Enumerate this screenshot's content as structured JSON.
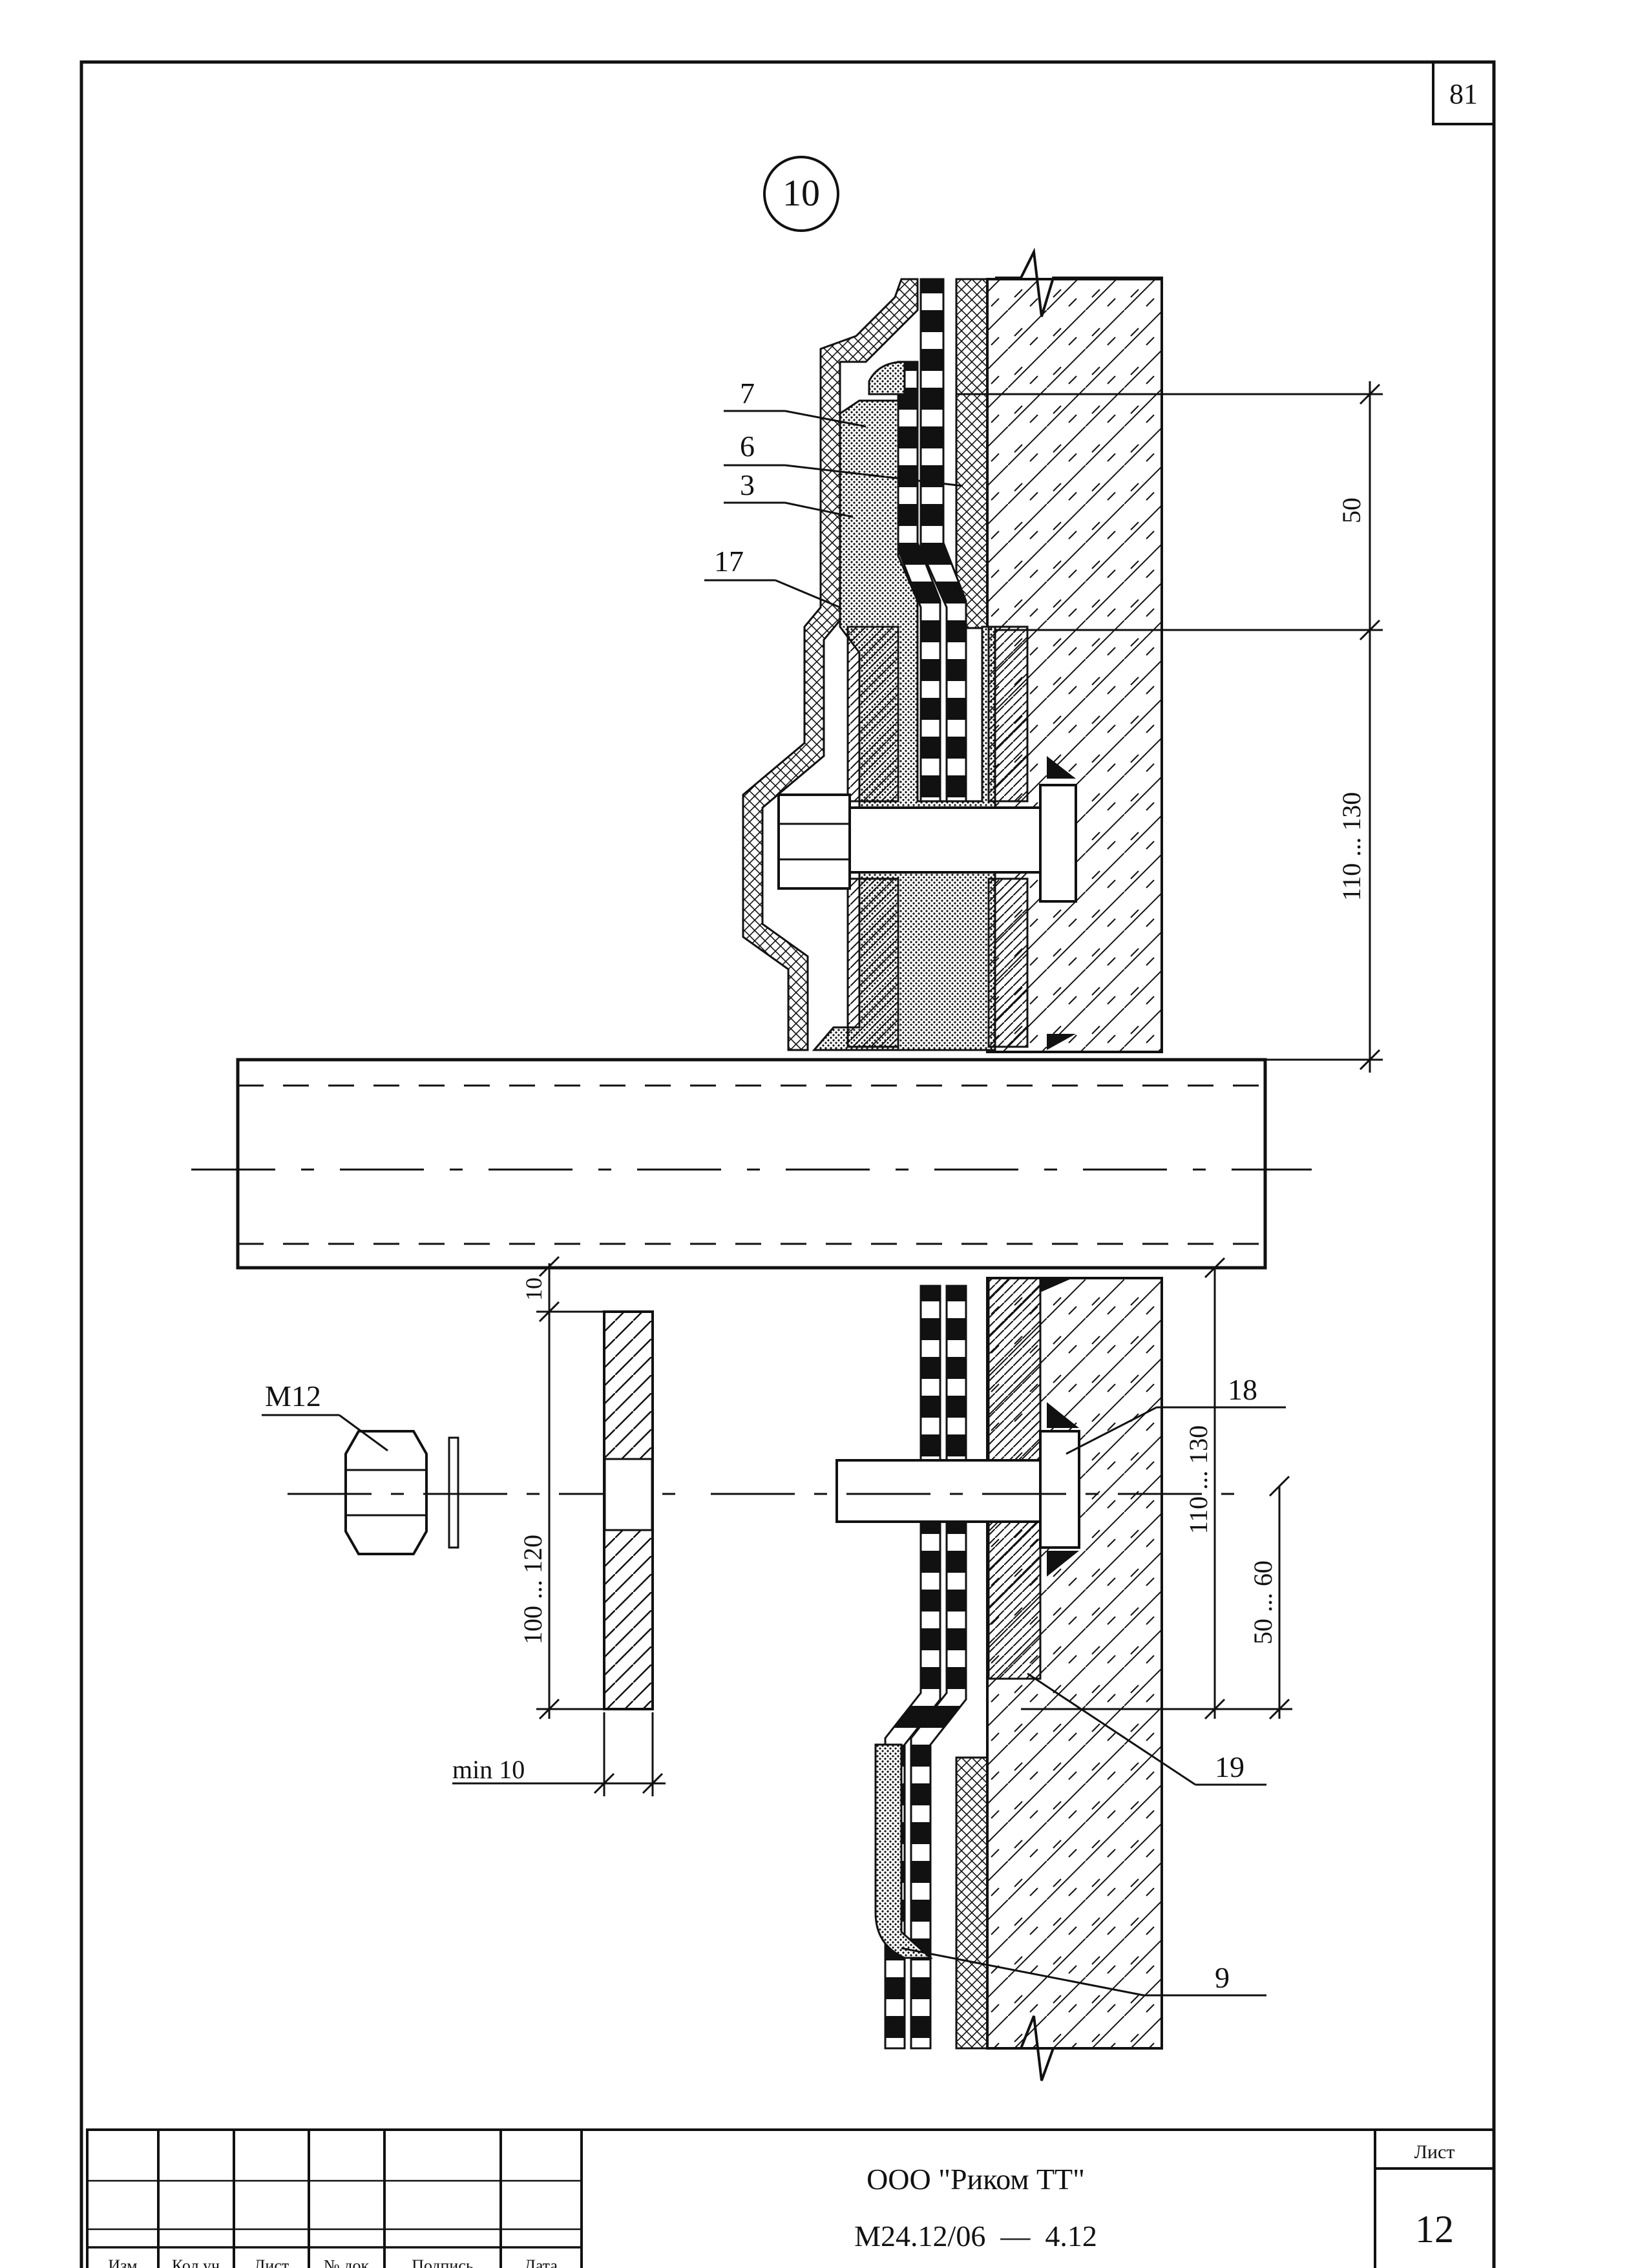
{
  "sheet": {
    "page_number": "81",
    "detail_marker": "10"
  },
  "callouts": {
    "c7": "7",
    "c6": "6",
    "c3": "3",
    "c17": "17",
    "c18": "18",
    "c19": "19",
    "c9": "9",
    "bolt": "M12"
  },
  "dimensions": {
    "d50": "50",
    "d110_130_top": "110 ... 130",
    "d10": "10",
    "d100_120": "100 ... 120",
    "d110_130_bottom": "110 ... 130",
    "d50_60": "50 ... 60",
    "min10": "min 10"
  },
  "title_block": {
    "company": "ООО \"Риком ТТ\"",
    "doc_code": "М24.12/06  —  4.12",
    "sheet_label": "Лист",
    "sheet_number": "12",
    "columns": [
      "Изм",
      "Кол уч",
      "Лист",
      "№ док",
      "Подпись",
      "Дата"
    ]
  }
}
